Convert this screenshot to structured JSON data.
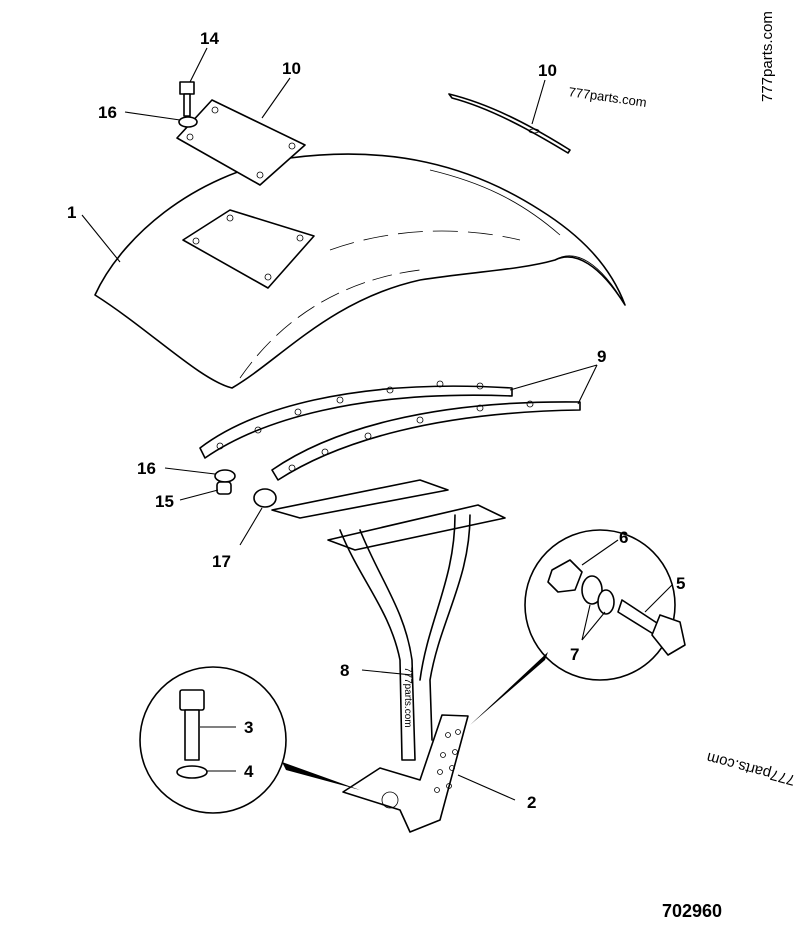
{
  "diagram": {
    "callouts": {
      "c14": "14",
      "c10a": "10",
      "c16a": "16",
      "c10b": "10",
      "c1": "1",
      "c9": "9",
      "c16b": "16",
      "c15": "15",
      "c17": "17",
      "c6": "6",
      "c5": "5",
      "c7": "7",
      "c8": "8",
      "c3": "3",
      "c4": "4",
      "c2": "2"
    },
    "drawing_number": "702960",
    "watermarks": {
      "top": "777parts.com",
      "right_vertical": "777parts.com",
      "bracket": "777parts.com",
      "lower_right": "777parts.com"
    }
  }
}
